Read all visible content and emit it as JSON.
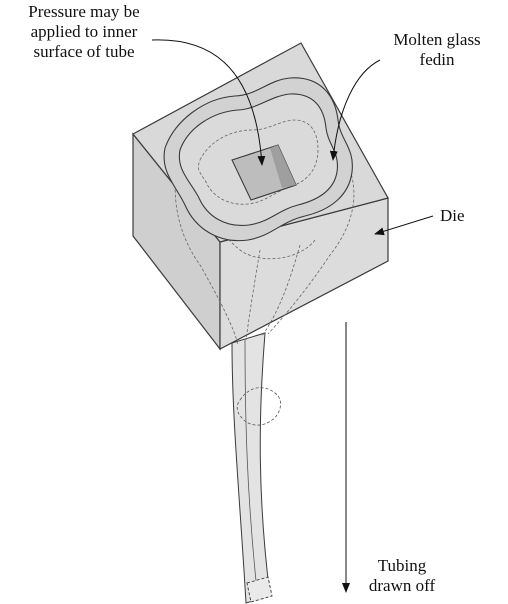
{
  "labels": {
    "pressure": [
      "Pressure may be",
      "applied to inner",
      "surface of tube"
    ],
    "molten": [
      "Molten glass",
      "fedin"
    ],
    "die": "Die",
    "tubing": [
      "Tubing",
      "drawn off"
    ]
  },
  "colors": {
    "stroke": "#3a3a3a",
    "die_top": "#d9d9d9",
    "die_left": "#cfcfcf",
    "die_right": "#dcdcdc",
    "tube": "#e3e3e3",
    "hole": "#b9b9b9",
    "label": "#111111"
  }
}
